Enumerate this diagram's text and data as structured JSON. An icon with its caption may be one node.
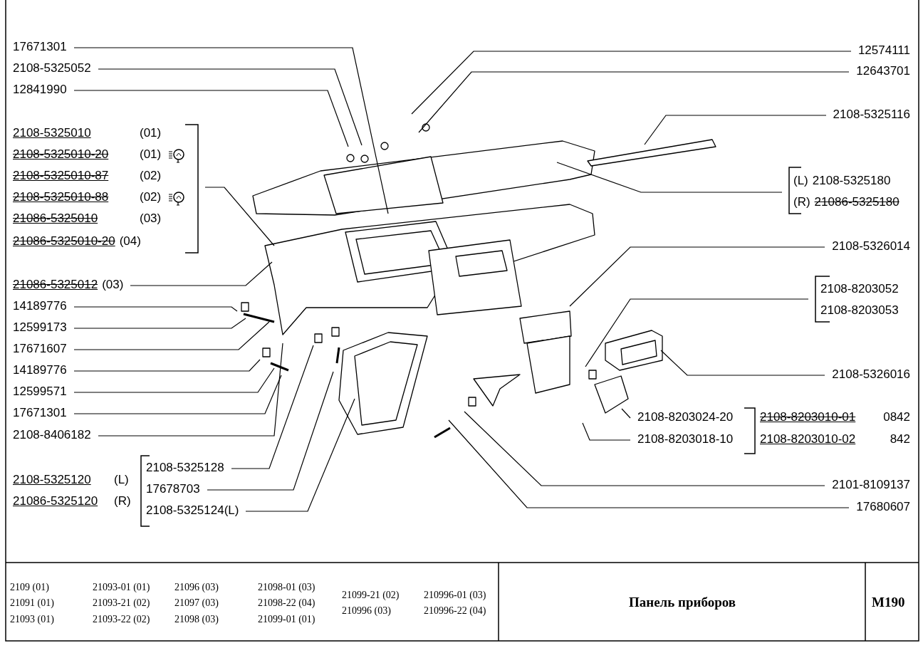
{
  "diagram": {
    "title": "Панель приборов",
    "nodes": [
      {
        "text": [
          "17671301"
        ]
      },
      {
        "text": [
          "2108-5325052"
        ]
      },
      {
        "text": [
          "12841990"
        ]
      },
      {
        "text": [],
        "shape": "bracket"
      },
      {
        "text": [
          "2108-5325010",
          "(01)"
        ],
        "in": 3
      },
      {
        "text": [
          "2108-5325010-20",
          "(01)"
        ],
        "in": 3
      },
      {
        "text": [
          "2108-5325010-87",
          "(02)"
        ],
        "in": 3
      },
      {
        "text": [
          "2108-5325010-88",
          "(02)"
        ],
        "in": 3
      },
      {
        "text": [
          "21086-5325010",
          "(03)"
        ],
        "in": 3
      },
      {
        "text": [
          "21086-5325010-20",
          "(04)"
        ],
        "in": 3
      },
      {
        "text": [
          "21086-5325012",
          "(03)"
        ]
      },
      {
        "text": [
          "14189776"
        ]
      },
      {
        "text": [
          "12599173"
        ]
      },
      {
        "text": [
          "17671607"
        ]
      },
      {
        "text": [
          "14189776"
        ]
      },
      {
        "text": [
          "12599571"
        ]
      },
      {
        "text": [
          "17671301"
        ]
      },
      {
        "text": [
          "2108-8406182"
        ]
      },
      {
        "text": [
          "2108-5325120",
          "(L)",
          "21086-5325120",
          "(R)"
        ]
      },
      {
        "text": [
          "2108-5325128"
        ],
        "in": 18
      },
      {
        "text": [
          "17678703"
        ],
        "in": 18
      },
      {
        "text": [
          "2108-5325124(L)"
        ],
        "in": 18
      },
      {
        "text": [
          "12574111"
        ]
      },
      {
        "text": [
          "12643701"
        ]
      },
      {
        "text": [
          "2108-5325116"
        ]
      },
      {
        "text": [],
        "shape": "bracket"
      },
      {
        "text": [
          "(L)",
          "2108-5325180"
        ],
        "in": 25
      },
      {
        "text": [
          "(R)",
          "21086-5325180"
        ],
        "in": 25
      },
      {
        "text": [
          "2108-5326014"
        ]
      },
      {
        "text": [],
        "shape": "bracket"
      },
      {
        "text": [
          "2108-8203052"
        ],
        "in": 29
      },
      {
        "text": [
          "2108-8203053"
        ],
        "in": 29
      },
      {
        "text": [
          "2108-5326016"
        ]
      },
      {
        "text": [
          "2108-8203010-01",
          "0842",
          "2108-8203010-02",
          "842"
        ]
      },
      {
        "text": [
          "2108-8203024-20"
        ],
        "in": 33
      },
      {
        "text": [
          "2108-8203018-10"
        ],
        "in": 33
      },
      {
        "text": [
          "2101-8109137"
        ]
      },
      {
        "text": [
          "17680607"
        ]
      }
    ],
    "edges": [
      {
        "from": 0,
        "to": null,
        "arrow": "none"
      },
      {
        "from": 1,
        "to": null,
        "arrow": "none"
      },
      {
        "from": 2,
        "to": null,
        "arrow": "none"
      },
      {
        "from": 3,
        "to": null,
        "arrow": "none"
      },
      {
        "from": 10,
        "to": null,
        "arrow": "none"
      },
      {
        "from": 11,
        "to": null,
        "arrow": "none"
      },
      {
        "from": 12,
        "to": null,
        "arrow": "none"
      },
      {
        "from": 13,
        "to": null,
        "arrow": "none"
      },
      {
        "from": 14,
        "to": null,
        "arrow": "none"
      },
      {
        "from": 15,
        "to": null,
        "arrow": "none"
      },
      {
        "from": 16,
        "to": null,
        "arrow": "none"
      },
      {
        "from": 17,
        "to": null,
        "arrow": "none"
      },
      {
        "from": 19,
        "to": null,
        "arrow": "none"
      },
      {
        "from": 20,
        "to": null,
        "arrow": "none"
      },
      {
        "from": 21,
        "to": null,
        "arrow": "none"
      },
      {
        "from": 22,
        "to": null,
        "arrow": "none"
      },
      {
        "from": 23,
        "to": null,
        "arrow": "none"
      },
      {
        "from": 24,
        "to": null,
        "arrow": "none"
      },
      {
        "from": 25,
        "to": null,
        "arrow": "none"
      },
      {
        "from": 28,
        "to": null,
        "arrow": "none"
      },
      {
        "from": 29,
        "to": null,
        "arrow": "none"
      },
      {
        "from": 32,
        "to": null,
        "arrow": "none"
      },
      {
        "from": 34,
        "to": null,
        "arrow": "none"
      },
      {
        "from": 35,
        "to": null,
        "arrow": "none"
      },
      {
        "from": 36,
        "to": null,
        "arrow": "none"
      },
      {
        "from": 37,
        "to": null,
        "arrow": "none"
      }
    ],
    "labels": [
      "2109 (01)",
      "21093-01 (01)",
      "21096 (03)",
      "21098-01 (03)",
      "21099-21 (02)",
      "210996-01 (03)",
      "21091 (01)",
      "21093-21 (02)",
      "21097 (03)",
      "21098-22 (04)",
      "210996 (03)",
      "210996-22 (04)",
      "21093 (01)",
      "21093-22 (02)",
      "21098 (03)",
      "21099-01 (01)",
      "M190"
    ]
  }
}
